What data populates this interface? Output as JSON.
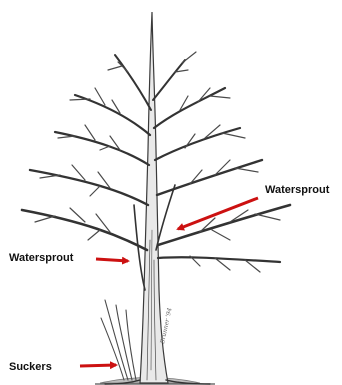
{
  "labels": {
    "watersprout_right": "Watersprout",
    "watersprout_left": "Watersprout",
    "suckers": "Suckers"
  },
  "colors": {
    "arrow": "#cc1111",
    "ink": "#4a4a4a",
    "background": "#ffffff"
  },
  "signature_text": "Brunner '94"
}
